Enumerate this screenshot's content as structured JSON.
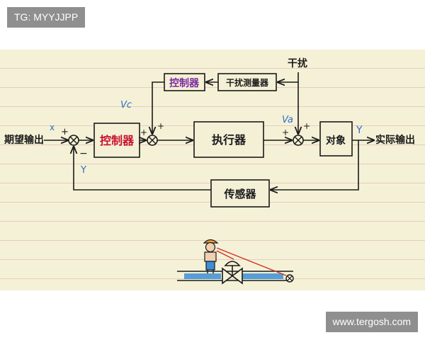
{
  "watermark_top_left": "TG: MYYJJPP",
  "watermark_bottom_right": "www.tergosh.com",
  "diagram": {
    "input_label": "期望输出",
    "output_label": "实际输出",
    "controller_main": "控制器",
    "controller_ff": "控制器",
    "disturbance_meter": "干扰测量器",
    "actuator": "执行器",
    "plant": "对象",
    "sensor": "传感器",
    "disturbance": "干扰",
    "signal_x": "x",
    "signal_vc": "Vc",
    "signal_va": "Va",
    "signal_y_out": "Y",
    "signal_y_fb": "Y",
    "sum1_plus": "+",
    "sum1_minus": "−",
    "sum2_plus_left": "+",
    "sum2_plus_top": "+",
    "sum3_plus_left": "+",
    "sum3_plus_top": "+"
  },
  "colors": {
    "line": "#1a1a1a",
    "box_fill": "#f4f0d6",
    "controller_main_text": "#c8102e",
    "controller_ff_text": "#7a2c9e",
    "signal_blue": "#2a6fc9",
    "pipe_blue": "#3a8fd8",
    "pointer_red": "#d0302a"
  }
}
